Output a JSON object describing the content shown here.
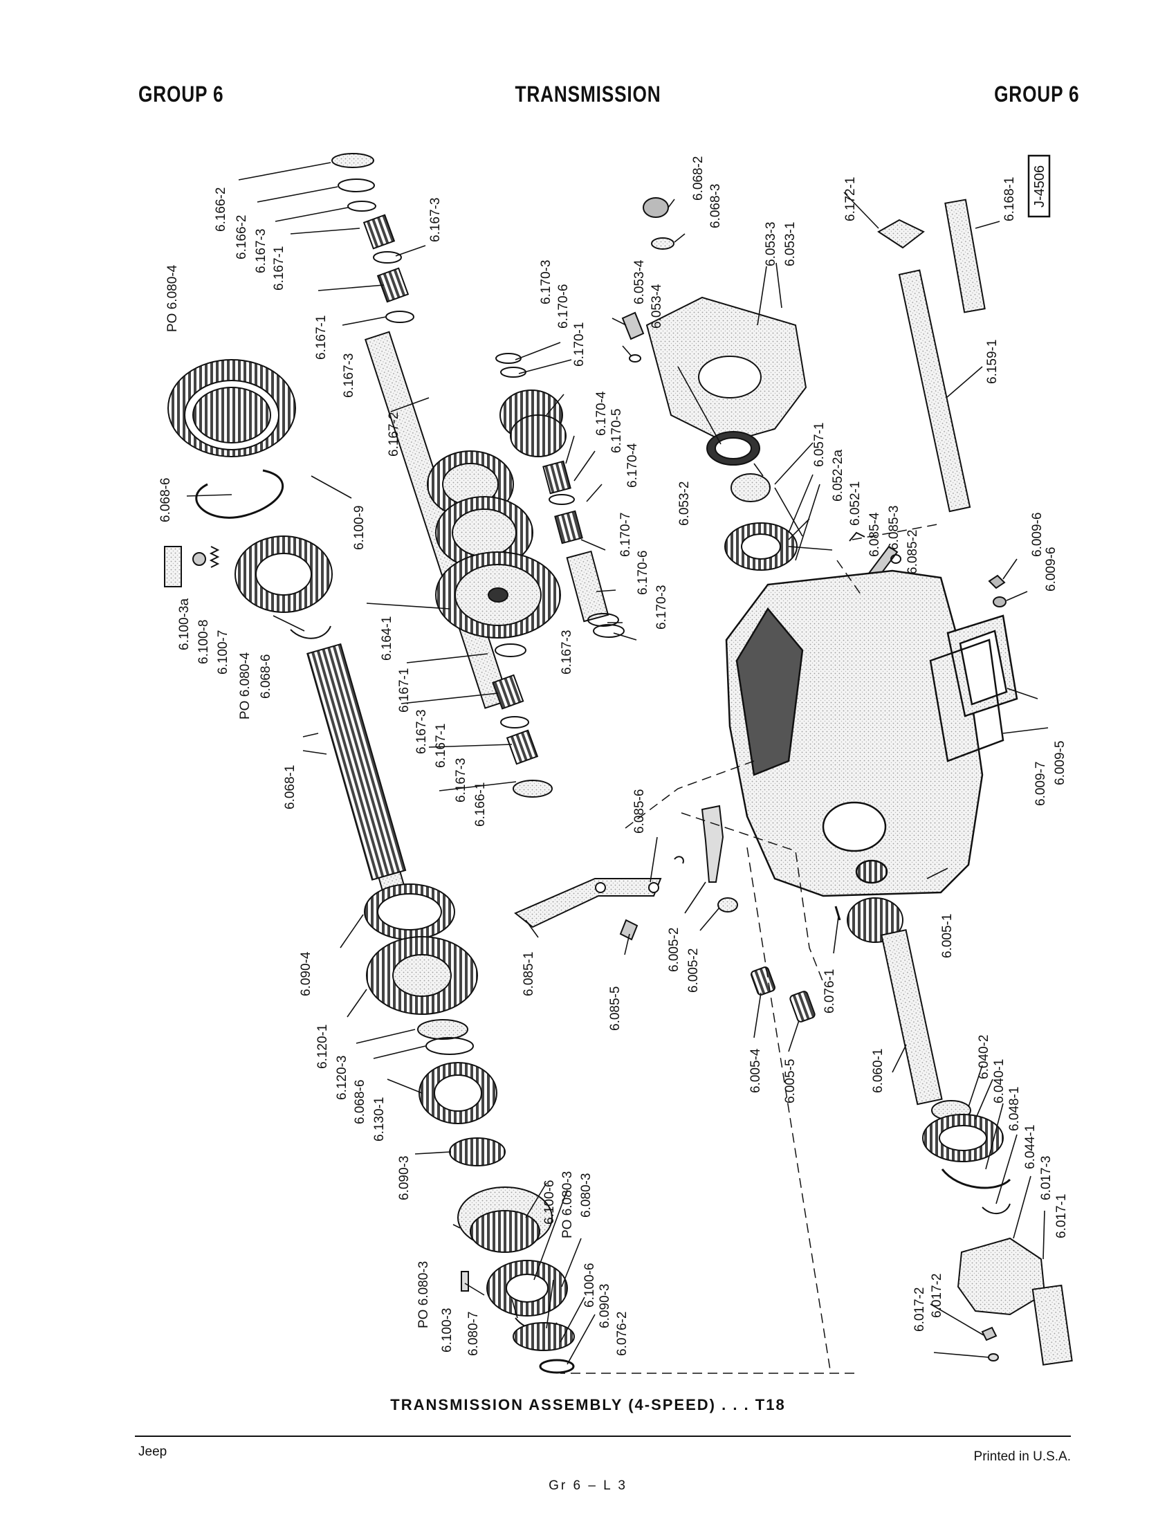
{
  "header": {
    "left": "GROUP 6",
    "center": "TRANSMISSION",
    "right": "GROUP 6"
  },
  "diagram": {
    "ref_box": "J-4506",
    "part_labels": [
      "6.166-2",
      "6.166-2",
      "6.167-3",
      "6.167-1",
      "6.167-3",
      "6.167-1",
      "6.167-3",
      "6.167-2",
      "PO 6.080-4",
      "6.068-6",
      "6.100-9",
      "6.170-3",
      "6.170-6",
      "6.170-1",
      "6.170-4",
      "6.170-5",
      "6.170-4",
      "6.170-7",
      "6.170-6",
      "6.170-3",
      "6.053-4",
      "6.053-4",
      "6.068-2",
      "6.068-3",
      "6.053-3",
      "6.053-1",
      "6.172-1",
      "6.168-1",
      "6.159-1",
      "6.053-2",
      "6.057-1",
      "6.052-2a",
      "6.052-1",
      "6.085-4",
      "6.085-3",
      "6.085-2",
      "6.009-6",
      "6.009-6",
      "6.100-3a",
      "6.100-8",
      "6.100-7",
      "PO 6.080-4",
      "6.068-6",
      "6.164-1",
      "6.167-1",
      "6.167-3",
      "6.167-3",
      "6.167-1",
      "6.167-3",
      "6.166-1",
      "6.068-1",
      "6.085-6",
      "6.085-1",
      "6.085-5",
      "6.005-2",
      "6.005-2",
      "6.076-1",
      "6.005-1",
      "6.009-7",
      "6.009-5",
      "6.090-4",
      "6.120-1",
      "6.120-3",
      "6.068-6",
      "6.130-1",
      "6.090-3",
      "6.005-4",
      "6.005-5",
      "6.060-1",
      "6.040-2",
      "6.040-1",
      "6.048-1",
      "6.044-1",
      "6.017-3",
      "6.017-1",
      "PO 6.080-3",
      "6.100-6",
      "6.080-3",
      "PO 6.080-3",
      "6.100-6",
      "6.090-3",
      "6.076-2",
      "6.100-3",
      "6.080-7",
      "6.017-2",
      "6.017-2"
    ]
  },
  "caption": "TRANSMISSION ASSEMBLY (4-SPEED) . . . T18",
  "footer": {
    "left": "Jeep",
    "center": "Gr 6 – L 3",
    "right": "Printed in U.S.A."
  }
}
